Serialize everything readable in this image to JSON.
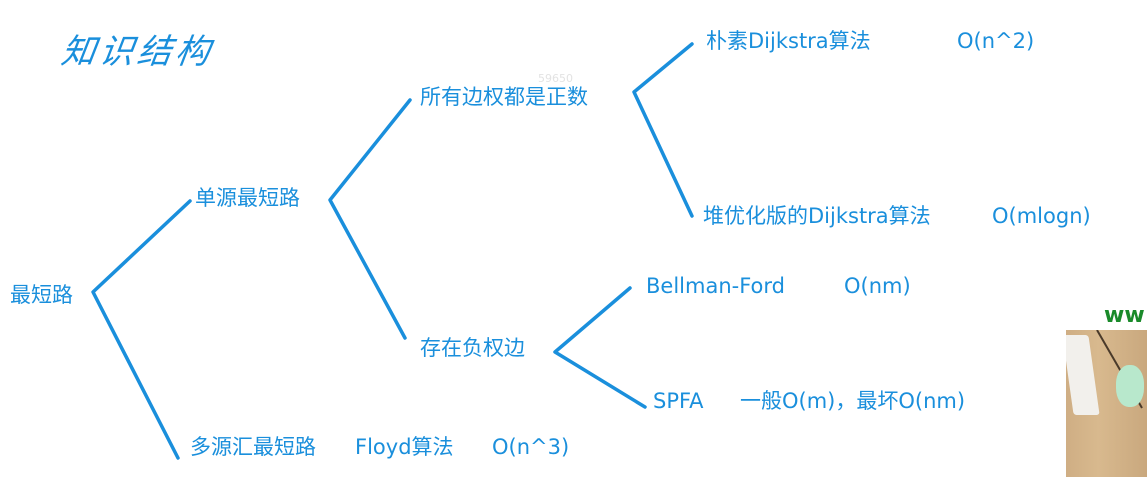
{
  "title": "知识结构",
  "watermark": "59650",
  "tree": {
    "root": "最短路",
    "single_source": "单源最短路",
    "all_positive": "所有边权都是正数",
    "naive_dijkstra": {
      "name": "朴素Dijkstra算法",
      "complexity": "O(n^2)"
    },
    "heap_dijkstra": {
      "name": "堆优化版的Dijkstra算法",
      "complexity": "O(mlogn)"
    },
    "negative_edges": "存在负权边",
    "bellman_ford": {
      "name": "Bellman-Ford",
      "complexity": "O(nm)"
    },
    "spfa": {
      "name": "SPFA",
      "complexity": "一般O(m)，最坏O(nm)"
    },
    "multi_source": "多源汇最短路",
    "floyd": {
      "name": "Floyd算法",
      "complexity": "O(n^3)"
    }
  },
  "video_overlay": {
    "text": "ww"
  },
  "colors": {
    "accent": "#1a8fdc"
  }
}
